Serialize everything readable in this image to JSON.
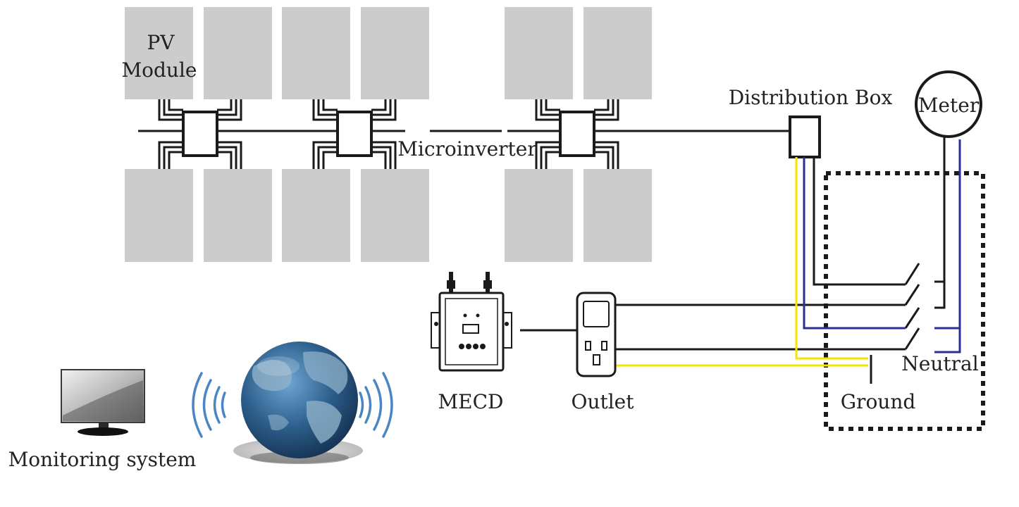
{
  "labels": {
    "pv_module_line1": "PV",
    "pv_module_line2": "Module",
    "microinverter": "Microinverter",
    "distribution_box": "Distribution Box",
    "meter": "Meter",
    "mecd": "MECD",
    "outlet": "Outlet",
    "neutral": "Neutral",
    "ground": "Ground",
    "monitoring_system": "Monitoring system"
  },
  "colors": {
    "panel": "#cccccc",
    "wire": "#1a1a1a",
    "ground_wire": "#f5e400",
    "neutral_wire": "#2b2f8f",
    "wireless": "#4a86c5",
    "globe_ocean": "#2d5f8c",
    "globe_land": "#8eb0c8"
  },
  "icons": [
    "pv-panel-icon",
    "microinverter-icon",
    "distribution-box-icon",
    "meter-icon",
    "mecd-device-icon",
    "outlet-icon",
    "globe-icon",
    "wireless-signal-icon",
    "monitor-icon",
    "switch-icon"
  ]
}
